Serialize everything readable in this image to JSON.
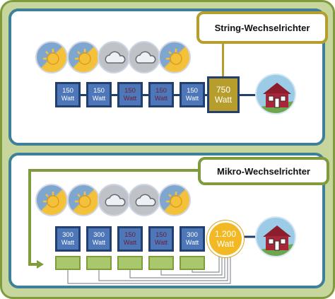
{
  "string_section": {
    "label": "String-Wechselrichter",
    "weather": [
      "sun-icon",
      "sun-icon",
      "cloud-icon",
      "cloud-icon",
      "sun-icon"
    ],
    "panels": [
      {
        "value": "150",
        "unit": "Watt",
        "shaded": false
      },
      {
        "value": "150",
        "unit": "Watt",
        "shaded": false
      },
      {
        "value": "150",
        "unit": "Watt",
        "shaded": true
      },
      {
        "value": "150",
        "unit": "Watt",
        "shaded": true
      },
      {
        "value": "150",
        "unit": "Watt",
        "shaded": false
      }
    ],
    "inverter": {
      "value": "750",
      "unit": "Watt"
    }
  },
  "micro_section": {
    "label": "Mikro-Wechselrichter",
    "weather": [
      "sun-icon",
      "sun-icon",
      "cloud-icon",
      "cloud-icon",
      "sun-icon"
    ],
    "panels": [
      {
        "value": "300",
        "unit": "Watt",
        "shaded": false
      },
      {
        "value": "300",
        "unit": "Watt",
        "shaded": false
      },
      {
        "value": "150",
        "unit": "Watt",
        "shaded": true
      },
      {
        "value": "150",
        "unit": "Watt",
        "shaded": true
      },
      {
        "value": "300",
        "unit": "Watt",
        "shaded": false
      }
    ],
    "total": {
      "value": "1.200",
      "unit": "Watt"
    }
  },
  "colors": {
    "panel": "#4d77b8",
    "panel_border": "#223f6e",
    "string_inverter": "#b69d2c",
    "micro_total": "#f2b924",
    "micro_inverter": "#a9c76b",
    "frame_green": "#7f9b3c",
    "panel_frame_blue": "#3e7f9a"
  }
}
